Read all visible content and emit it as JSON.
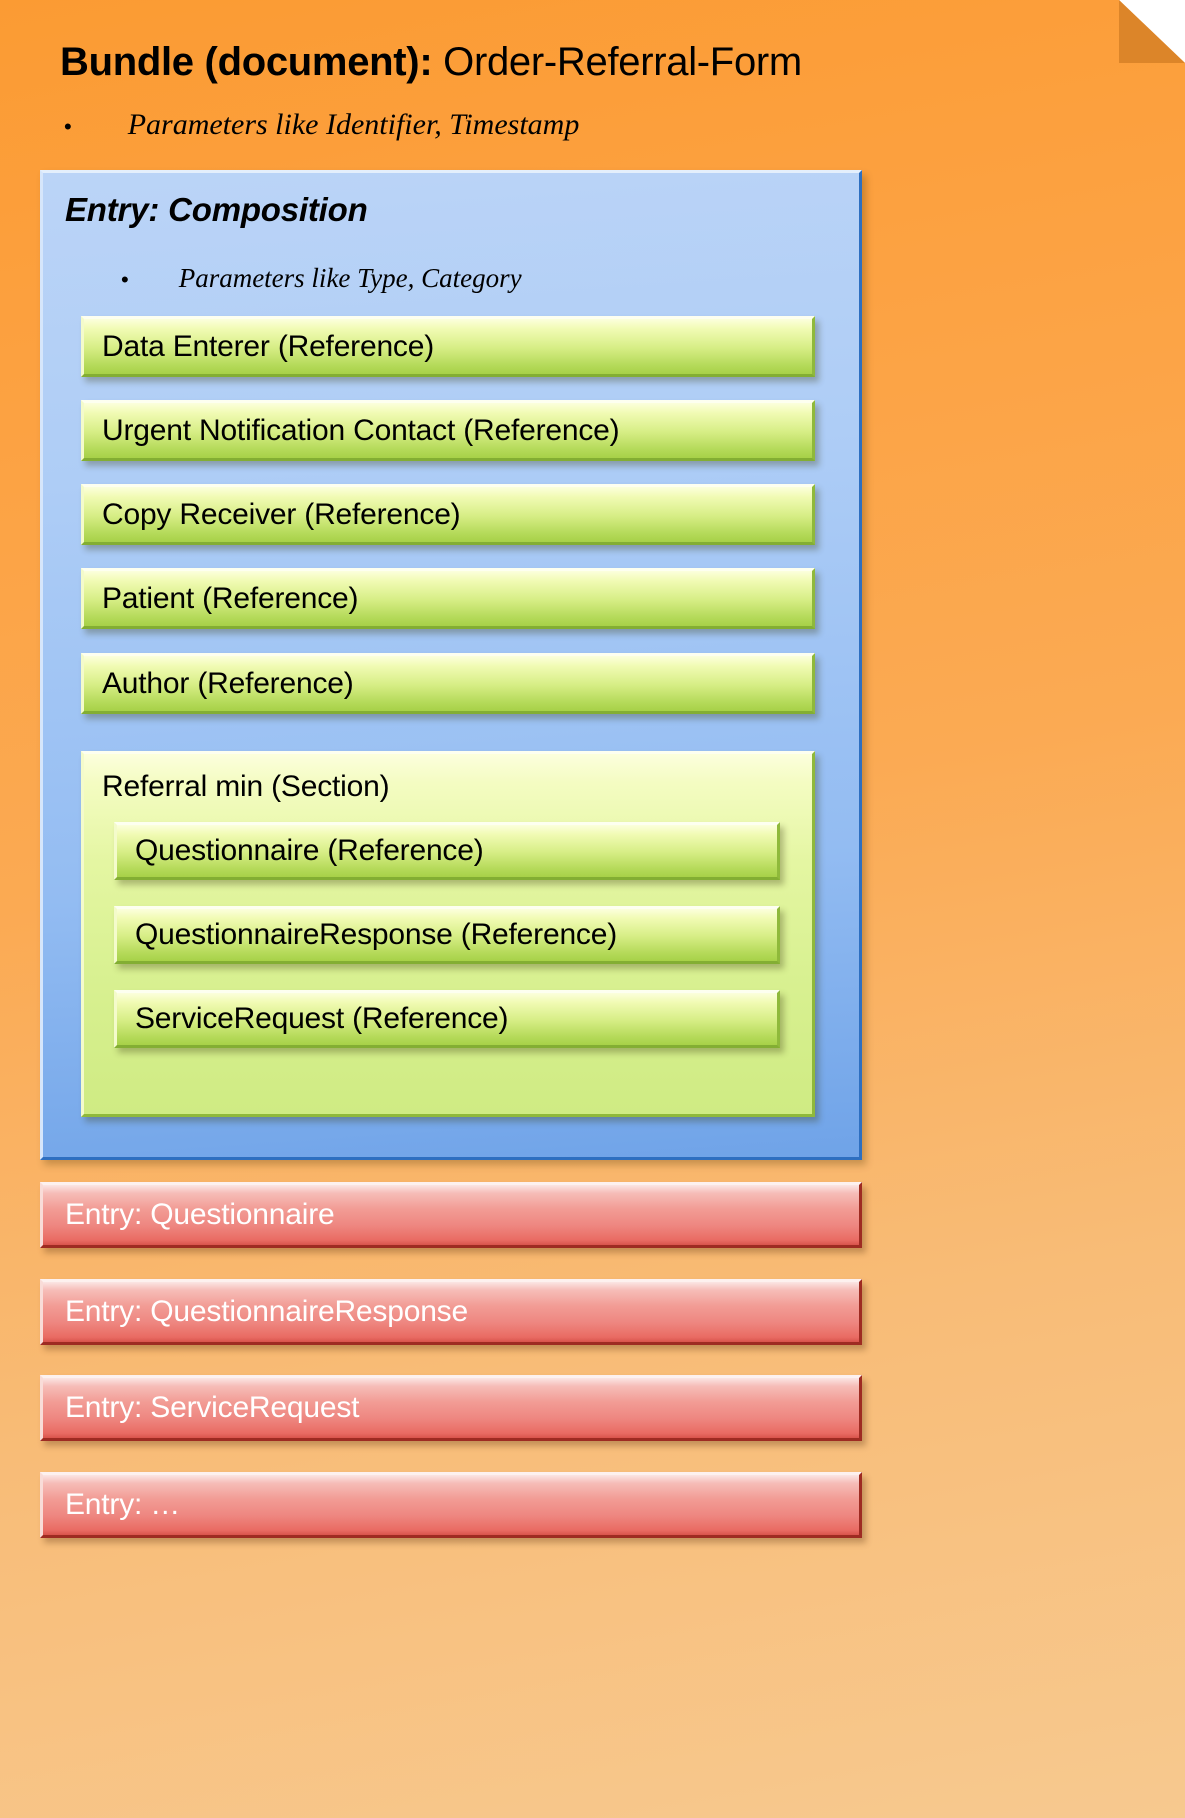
{
  "document": {
    "title_bold": "Bundle (document):",
    "title_rest": " Order-Referral-Form",
    "bullet_marker": "•",
    "bullet_text": "Parameters like Identifier, Timestamp",
    "fill_color": "#FB9E3C",
    "fold_color": "#DC8529"
  },
  "composition": {
    "title": "Entry: Composition",
    "bullet_marker": "•",
    "bullet_text": "Parameters like Type, Category",
    "fill_color": "#A9C9F4",
    "references": [
      {
        "label": "Data Enterer (Reference)"
      },
      {
        "label": "Urgent Notification Contact (Reference)"
      },
      {
        "label": "Copy Receiver (Reference)"
      },
      {
        "label": "Patient (Reference)"
      },
      {
        "label": "Author (Reference)"
      }
    ],
    "section": {
      "label": "Referral min (Section)",
      "fill_color": "#D9F192",
      "references": [
        {
          "label": "Questionnaire (Reference)"
        },
        {
          "label": "QuestionnaireResponse (Reference)"
        },
        {
          "label": "ServiceRequest (Reference)"
        }
      ]
    }
  },
  "entries": [
    {
      "label": "Entry: Questionnaire"
    },
    {
      "label": "Entry: QuestionnaireResponse"
    },
    {
      "label": "Entry: ServiceRequest"
    },
    {
      "label": "Entry: …"
    }
  ],
  "colors": {
    "green_bar": "#B5DA5A",
    "red_bar": "#F29C95",
    "blue_panel": "#A9C9F4"
  }
}
